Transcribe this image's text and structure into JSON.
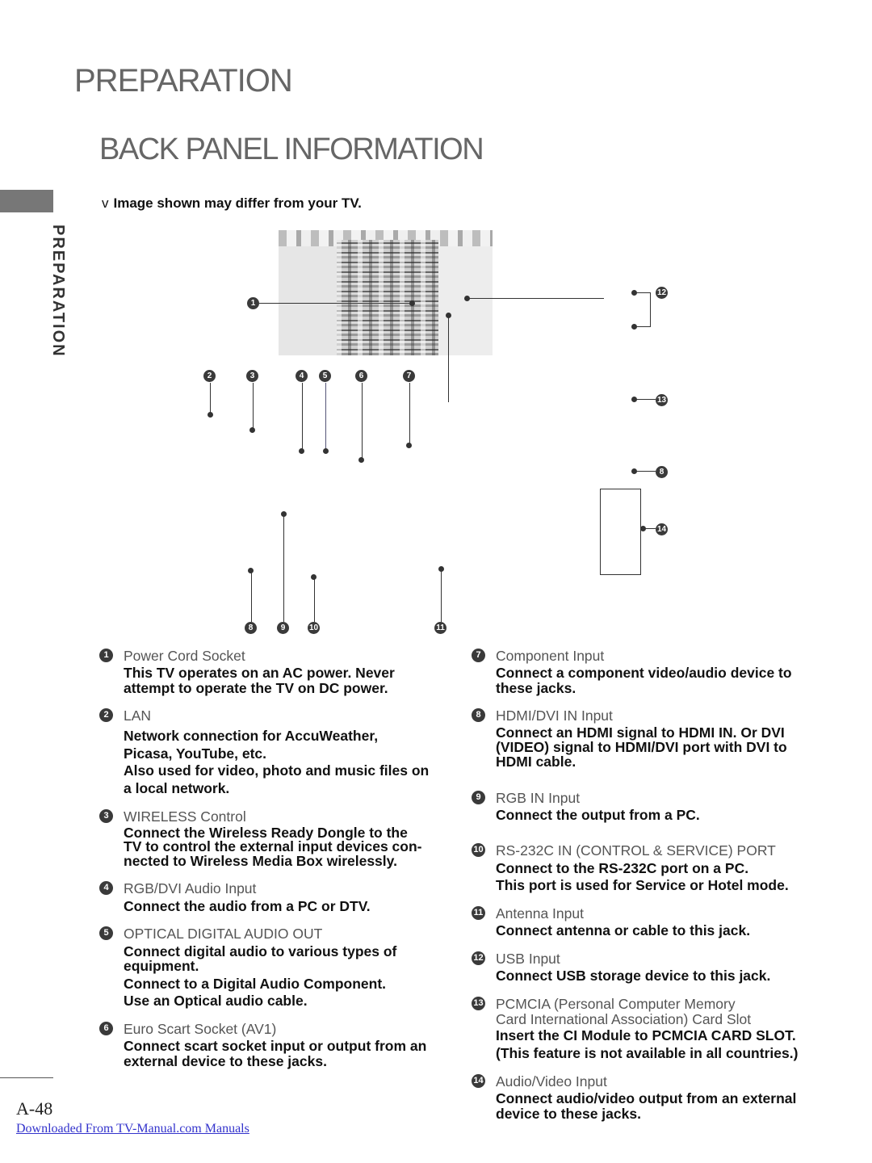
{
  "header": {
    "title": "PREPARATION",
    "subtitle": "BACK PANEL INFORMATION",
    "side_label": "PREPARATION"
  },
  "note": {
    "mark": "v",
    "text": "Image shown may differ from your TV."
  },
  "diagram": {
    "badges": [
      "1",
      "2",
      "3",
      "4",
      "5",
      "6",
      "7",
      "8",
      "9",
      "10",
      "11",
      "12",
      "13",
      "8",
      "14"
    ]
  },
  "left_items": [
    {
      "num": "1",
      "head": "Power Cord Socket",
      "lines": [
        "This TV operates on an AC power. Never",
        "attempt to operate the TV on DC power."
      ]
    },
    {
      "num": "2",
      "head": "LAN",
      "lines": [
        "Network connection for AccuWeather,",
        "Picasa, YouTube, etc.",
        "Also used for video, photo and music files on",
        "a local network."
      ]
    },
    {
      "num": "3",
      "head": "WIRELESS Control",
      "lines": [
        "Connect the Wireless Ready Dongle to the",
        "TV to control the external input devices con-",
        "nected to Wireless Media Box wirelessly."
      ]
    },
    {
      "num": "4",
      "head": "RGB/DVI Audio Input",
      "lines": [
        "Connect the audio from a PC or DTV."
      ]
    },
    {
      "num": "5",
      "head": "OPTICAL DIGITAL AUDIO OUT",
      "lines": [
        "Connect digital audio to various types of",
        "equipment.",
        "Connect to a Digital Audio Component.",
        "Use an Optical audio cable."
      ]
    },
    {
      "num": "6",
      "head": "Euro Scart Socket (AV1)",
      "lines": [
        "Connect scart socket input or output from an",
        "external device to these jacks."
      ]
    }
  ],
  "right_items": [
    {
      "num": "7",
      "head": "Component Input",
      "lines": [
        "Connect a component video/audio device to",
        "these jacks."
      ]
    },
    {
      "num": "8",
      "head": "HDMI/DVI IN Input",
      "lines": [
        "Connect an HDMI signal to HDMI IN. Or DVI",
        "(VIDEO) signal to HDMI/DVI port with DVI to",
        "HDMI cable."
      ]
    },
    {
      "num": "9",
      "head": "RGB IN Input",
      "lines": [
        "Connect the output from a PC."
      ]
    },
    {
      "num": "10",
      "head": "RS-232C IN (CONTROL & SERVICE) PORT",
      "lines": [
        "Connect to the RS-232C port on a PC.",
        "This port is used for Service or Hotel mode."
      ]
    },
    {
      "num": "11",
      "head": "Antenna Input",
      "lines": [
        "Connect antenna or cable to this jack."
      ]
    },
    {
      "num": "12",
      "head": "USB Input",
      "lines": [
        "Connect USB storage device to this jack."
      ]
    },
    {
      "num": "13",
      "head": "PCMCIA (Personal Computer Memory",
      "head2": "Card International   Association) Card Slot",
      "lines": [
        "Insert the CI Module to PCMCIA CARD SLOT.",
        "(This feature is not available in all countries.)"
      ]
    },
    {
      "num": "14",
      "head": "Audio/Video Input",
      "lines": [
        "Connect audio/video output from an external",
        "device to these jacks."
      ]
    }
  ],
  "footer": {
    "page": "A-48",
    "link": "Downloaded From TV-Manual.com Manuals"
  }
}
